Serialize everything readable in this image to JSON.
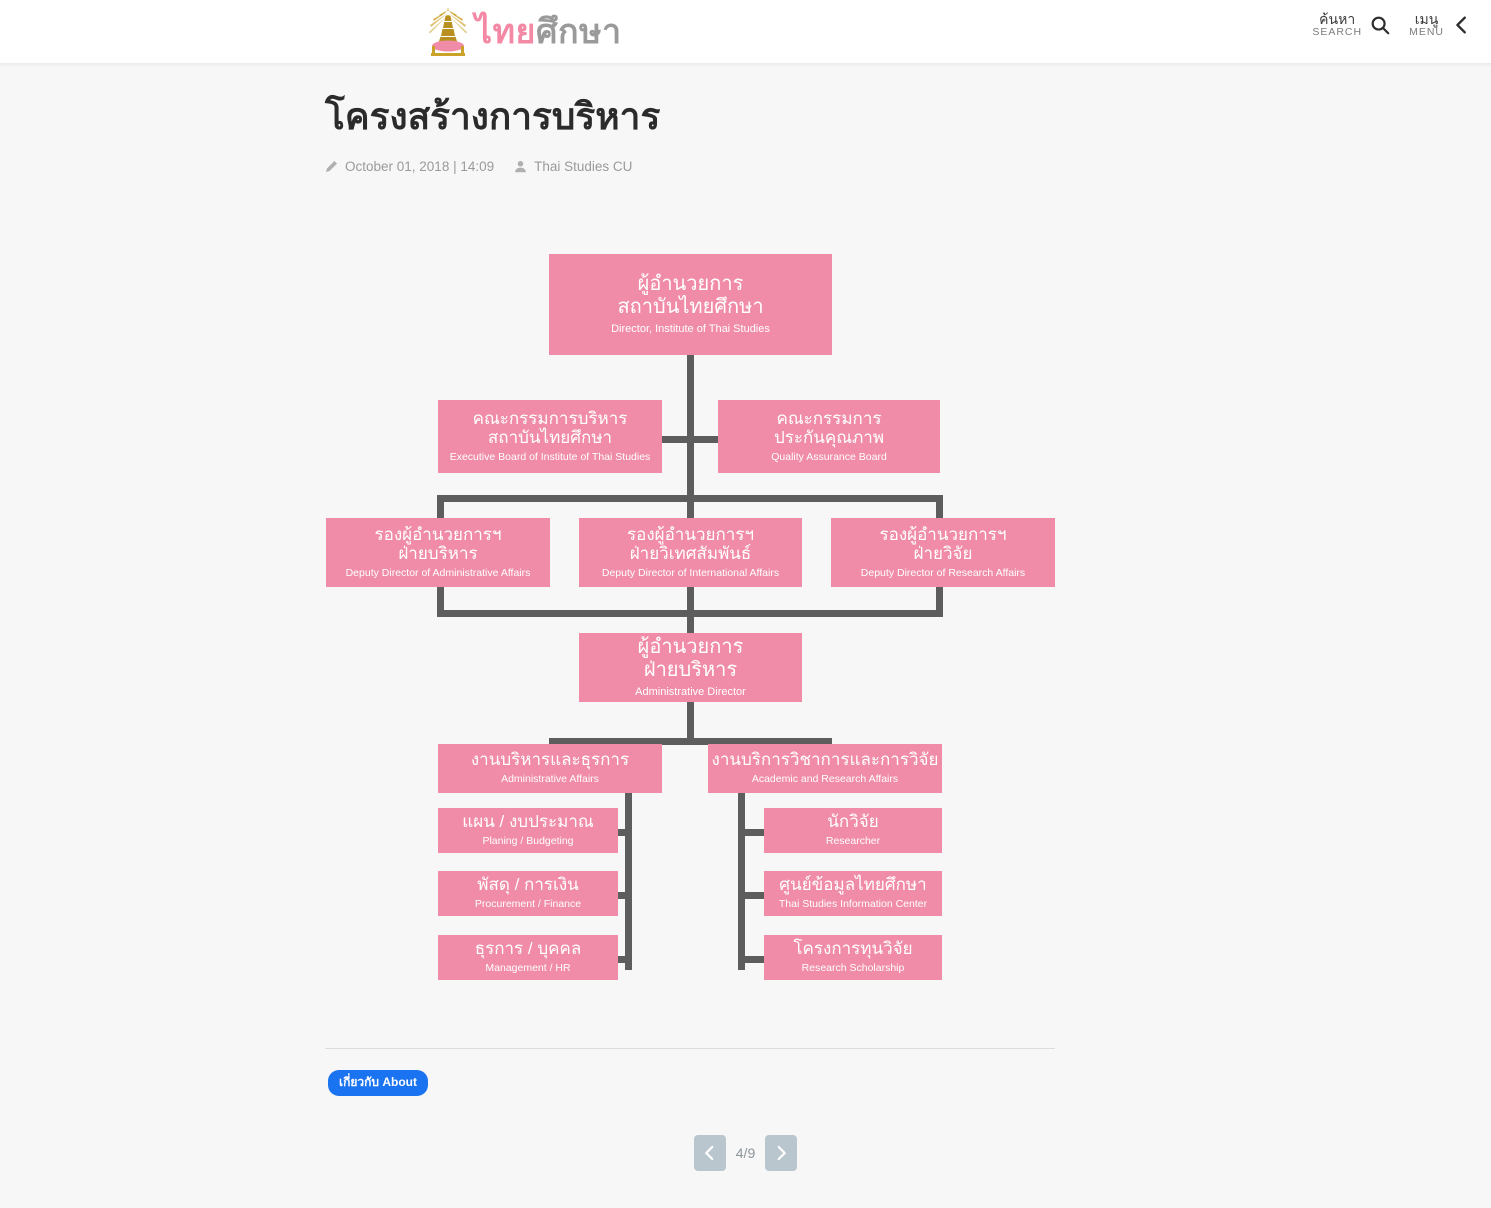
{
  "header": {
    "logo": {
      "emblem_icon": "chulalongkorn-emblem-icon",
      "text_pink": "ไทย",
      "text_grey": "ศึกษา"
    },
    "search": {
      "th": "ค้นหา",
      "en": "SEARCH",
      "icon": "search-icon"
    },
    "menu": {
      "th": "เมนู",
      "en": "MENU",
      "icon": "chevron-left-icon"
    }
  },
  "article": {
    "title": "โครงสร้างการบริหาร",
    "date": "October 01, 2018 | 14:09",
    "author": "Thai Studies CU",
    "date_icon": "pencil-icon",
    "author_icon": "user-icon"
  },
  "chart_data": {
    "type": "diagram",
    "title": "โครงสร้างการบริหาร",
    "node_color": "#f08ca8",
    "line_color": "#5d5d5d",
    "text_color": "#ffffff",
    "nodes": [
      {
        "id": "director",
        "th": "ผู้อำนวยการ\nสถาบันไทยศึกษา",
        "en": "Director, Institute of Thai Studies"
      },
      {
        "id": "executive-board",
        "th": "คณะกรรมการบริหาร\nสถาบันไทยศึกษา",
        "en": "Executive Board of Institute of Thai Studies"
      },
      {
        "id": "qa-board",
        "th": "คณะกรรมการ\nประกันคุณภาพ",
        "en": "Quality Assurance Board"
      },
      {
        "id": "deputy-admin",
        "th": "รองผู้อำนวยการฯ\nฝ่ายบริหาร",
        "en": "Deputy Director of Administrative Affairs"
      },
      {
        "id": "deputy-international",
        "th": "รองผู้อำนวยการฯ\nฝ่ายวิเทศสัมพันธ์",
        "en": "Deputy Director of International Affairs"
      },
      {
        "id": "deputy-research",
        "th": "รองผู้อำนวยการฯ\nฝ่ายวิจัย",
        "en": "Deputy Director of Research Affairs"
      },
      {
        "id": "admin-director",
        "th": "ผู้อำนวยการ\nฝ่ายบริหาร",
        "en": "Administrative Director"
      },
      {
        "id": "admin-affairs",
        "th": "งานบริหารและธุรการ",
        "en": "Administrative Affairs"
      },
      {
        "id": "academic-research",
        "th": "งานบริการวิชาการและการวิจัย",
        "en": "Academic and Research Affairs"
      },
      {
        "id": "planning-budget",
        "th": "แผน / งบประมาณ",
        "en": "Planing / Budgeting"
      },
      {
        "id": "procurement-finance",
        "th": "พัสดุ / การเงิน",
        "en": "Procurement / Finance"
      },
      {
        "id": "management-hr",
        "th": "ธุรการ / บุคคล",
        "en": "Management / HR"
      },
      {
        "id": "researcher",
        "th": "นักวิจัย",
        "en": "Researcher"
      },
      {
        "id": "info-center",
        "th": "ศูนย์ข้อมูลไทยศึกษา",
        "en": "Thai Studies Information Center"
      },
      {
        "id": "research-scholarship",
        "th": "โครงการทุนวิจัย",
        "en": "Research Scholarship"
      }
    ],
    "edges": [
      [
        "director",
        "executive-board"
      ],
      [
        "director",
        "qa-board"
      ],
      [
        "director",
        "deputy-admin"
      ],
      [
        "director",
        "deputy-international"
      ],
      [
        "director",
        "deputy-research"
      ],
      [
        "deputy-admin",
        "admin-director"
      ],
      [
        "deputy-international",
        "admin-director"
      ],
      [
        "deputy-research",
        "admin-director"
      ],
      [
        "admin-director",
        "admin-affairs"
      ],
      [
        "admin-director",
        "academic-research"
      ],
      [
        "admin-affairs",
        "planning-budget"
      ],
      [
        "admin-affairs",
        "procurement-finance"
      ],
      [
        "admin-affairs",
        "management-hr"
      ],
      [
        "academic-research",
        "researcher"
      ],
      [
        "academic-research",
        "info-center"
      ],
      [
        "academic-research",
        "research-scholarship"
      ]
    ]
  },
  "footer": {
    "tag": "เกี่ยวกับ About",
    "pager": {
      "prev_icon": "chevron-left-icon",
      "next_icon": "chevron-right-icon",
      "count": "4/9"
    }
  }
}
